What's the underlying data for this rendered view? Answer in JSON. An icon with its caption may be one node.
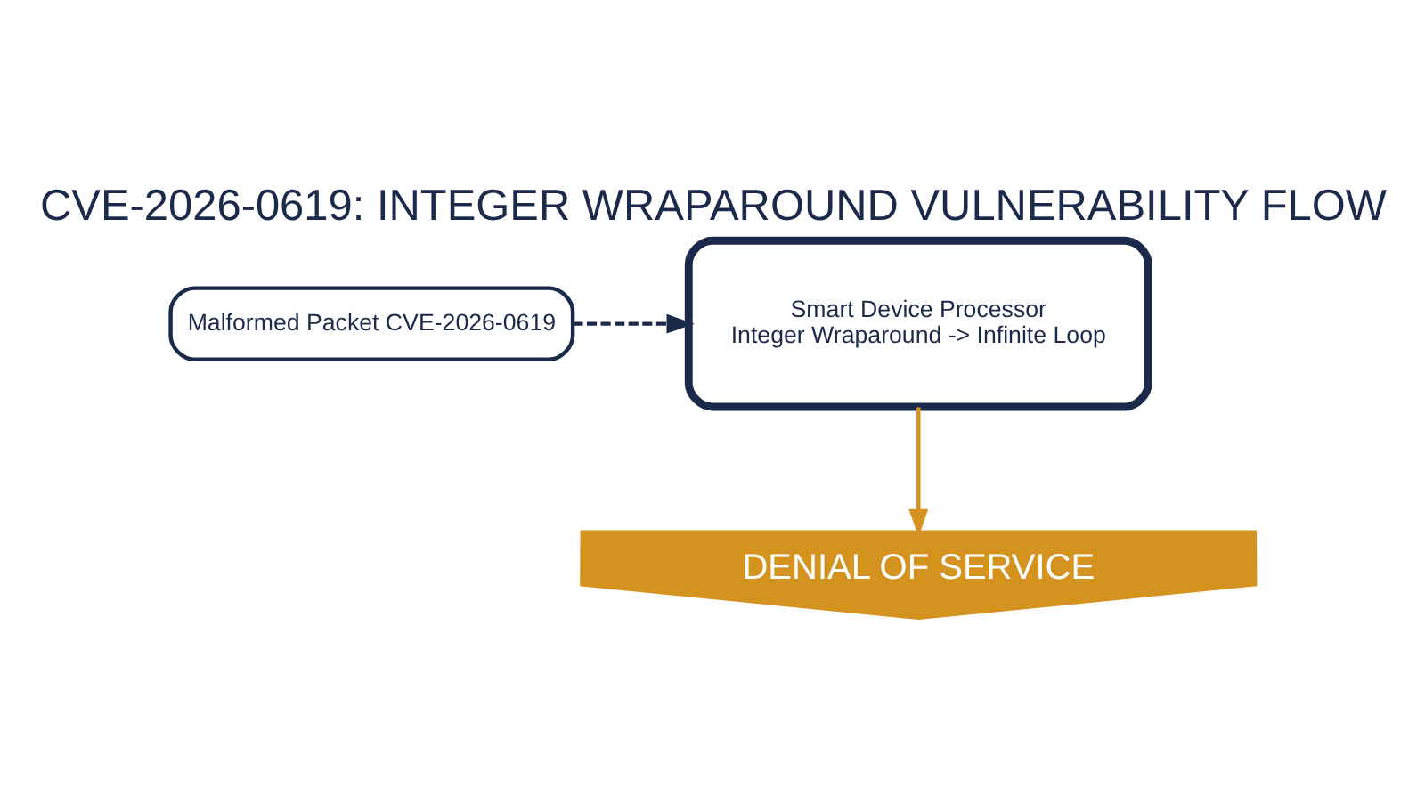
{
  "diagram": {
    "title": "CVE-2026-0619: INTEGER WRAPAROUND VULNERABILITY FLOW",
    "nodes": [
      {
        "text": [
          "Malformed Packet CVE-2026-0619"
        ]
      },
      {
        "text": [
          "Smart Device Processor",
          "Integer Wraparound -> Infinite Loop"
        ]
      },
      {
        "text": [
          "DENIAL OF SERVICE"
        ]
      }
    ],
    "edges": [
      {
        "from": 0,
        "to": 1,
        "arrow": "to",
        "style": "dashed",
        "color": "#1b2a4a"
      },
      {
        "from": 1,
        "to": 2,
        "arrow": "to",
        "color": "#d4921f"
      }
    ]
  }
}
